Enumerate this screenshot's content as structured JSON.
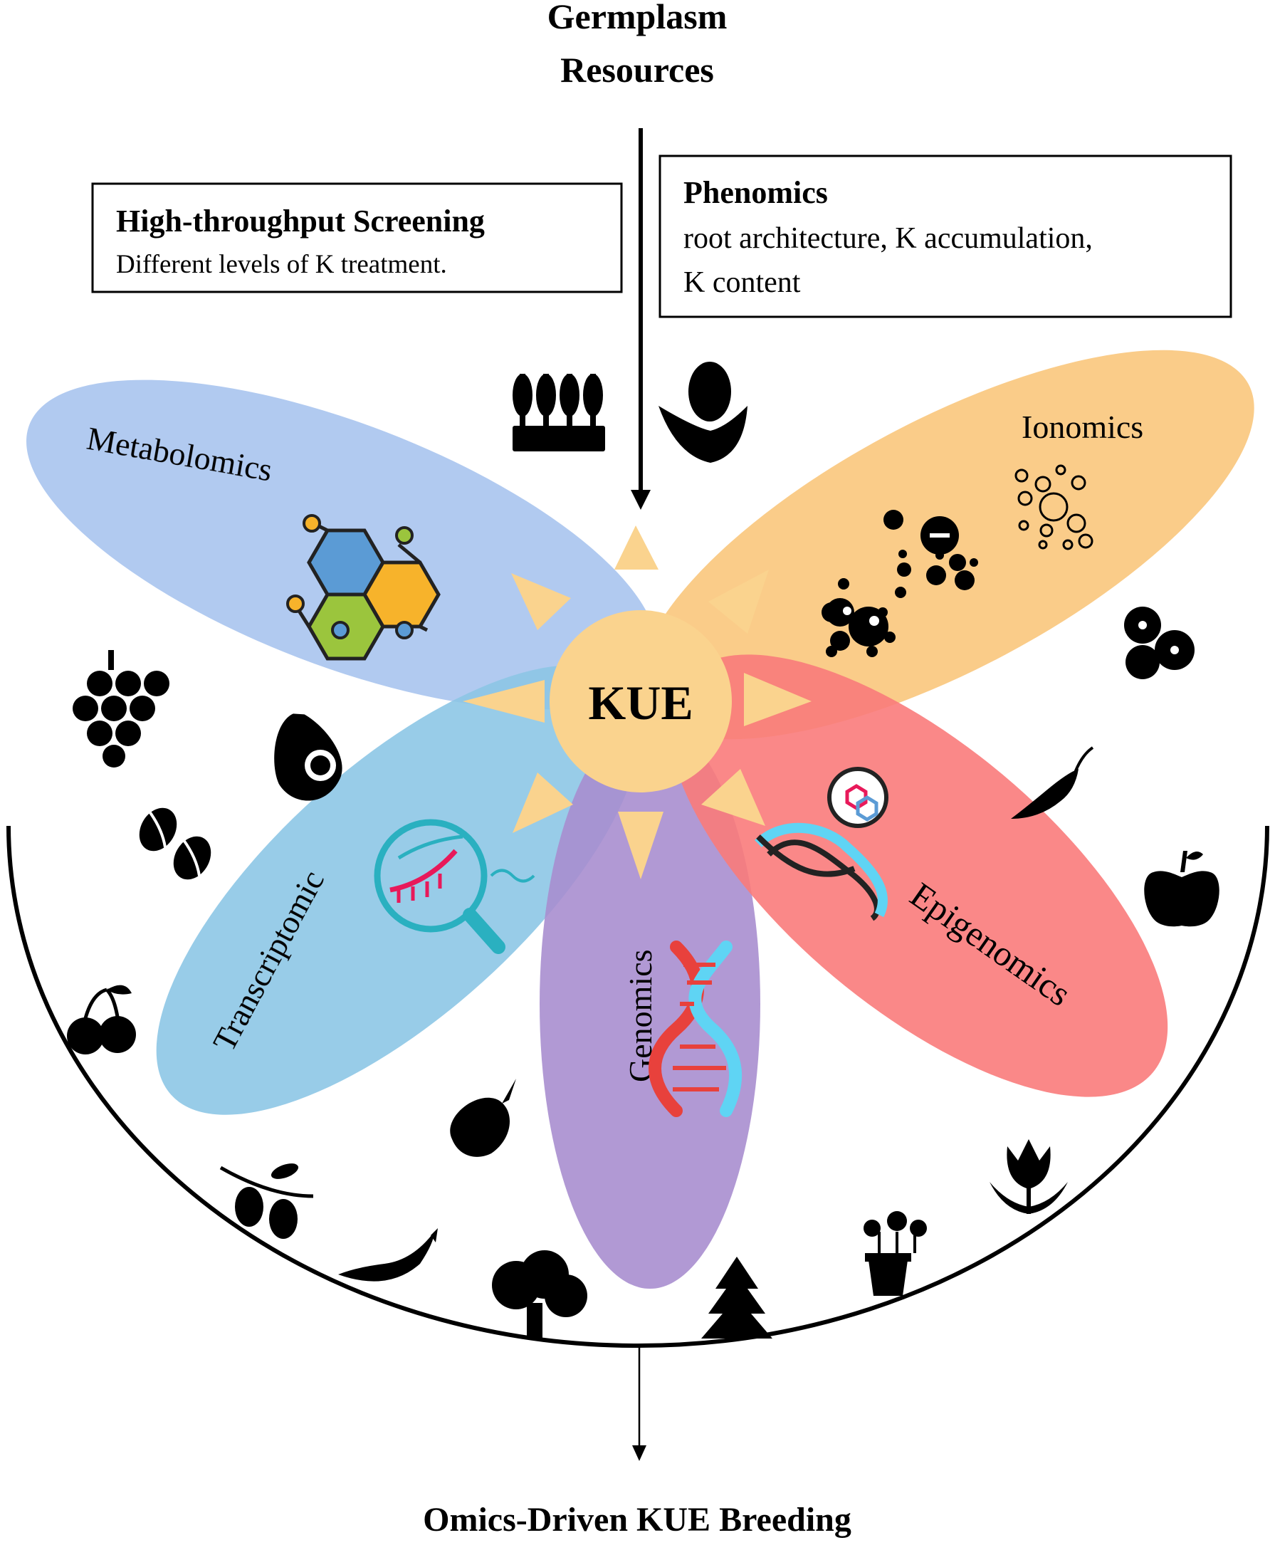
{
  "header": {
    "line1": "Germplasm",
    "line2": "Resources"
  },
  "screening_box": {
    "title": "High-throughput Screening",
    "subtitle": "Different levels of K treatment."
  },
  "phenomics_box": {
    "title": "Phenomics",
    "line1": "root architecture, K accumulation,",
    "line2": "K content"
  },
  "center": {
    "label": "KUE"
  },
  "petals": {
    "metabolomics": {
      "label": "Metabolomics",
      "color": "#A9C4EE"
    },
    "ionomics": {
      "label": "Ionomics",
      "color": "#F9C67C"
    },
    "transcriptomic": {
      "label": "Transcriptomic",
      "color": "#8DC6E6"
    },
    "genomics": {
      "label": "Genomics",
      "color": "#A98ECF"
    },
    "epigenomics": {
      "label": "Epigenomics",
      "color": "#FA7B7B"
    }
  },
  "sun_color": "#FAD38E",
  "icons": [
    "wheat-icon",
    "corn-icon",
    "grapes-icon",
    "avocado-icon",
    "coffee-beans-icon",
    "cherries-icon",
    "eggplant-icon",
    "olive-branch-icon",
    "banana-icon",
    "tree-icon",
    "pine-tree-icon",
    "potted-flower-icon",
    "tulip-icon",
    "apple-icon",
    "chili-pepper-icon",
    "blueberries-icon",
    "molecule-icon",
    "ions-icon",
    "dna-magnifier-icon",
    "dna-helix-icon",
    "dna-chat-icon"
  ],
  "footer": {
    "label": "Omics-Driven KUE Breeding"
  }
}
